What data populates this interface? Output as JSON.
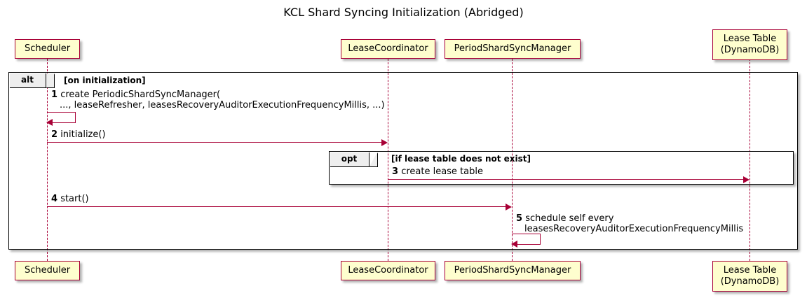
{
  "title": "KCL Shard Syncing Initialization (Abridged)",
  "diagram_type": "sequence",
  "participants": [
    {
      "id": "scheduler",
      "label": "Scheduler",
      "label_line2": ""
    },
    {
      "id": "leasecoord",
      "label": "LeaseCoordinator",
      "label_line2": ""
    },
    {
      "id": "psm",
      "label": "PeriodShardSyncManager",
      "label_line2": ""
    },
    {
      "id": "leasetable",
      "label": "Lease Table",
      "label_line2": "(DynamoDB)"
    }
  ],
  "frames": [
    {
      "id": "alt",
      "type": "alt",
      "tab_label": "alt",
      "condition": "[on initialization]"
    },
    {
      "id": "opt",
      "type": "opt",
      "tab_label": "opt",
      "condition": "[if lease table does not exist]"
    }
  ],
  "messages": [
    {
      "num": "1",
      "from": "scheduler",
      "to": "scheduler",
      "kind": "self",
      "text_line1": "create PeriodicShardSyncManager(",
      "text_line2": "..., leaseRefresher, leasesRecoveryAuditorExecutionFrequencyMillis, ...)"
    },
    {
      "num": "2",
      "from": "scheduler",
      "to": "leasecoord",
      "kind": "sync",
      "text_line1": "initialize()",
      "text_line2": ""
    },
    {
      "num": "3",
      "from": "leasecoord",
      "to": "leasetable",
      "kind": "sync",
      "text_line1": "create lease table",
      "text_line2": ""
    },
    {
      "num": "4",
      "from": "scheduler",
      "to": "psm",
      "kind": "sync",
      "text_line1": "start()",
      "text_line2": ""
    },
    {
      "num": "5",
      "from": "psm",
      "to": "psm",
      "kind": "self",
      "text_line1": "schedule self every",
      "text_line2": "leasesRecoveryAuditorExecutionFrequencyMillis"
    }
  ],
  "colors": {
    "participant_fill": "#FEFECE",
    "participant_border": "#A80036",
    "arrow": "#A80036",
    "frame_border": "#000000",
    "frame_tab_fill": "#EEEEEE",
    "background": "#FFFFFF"
  }
}
